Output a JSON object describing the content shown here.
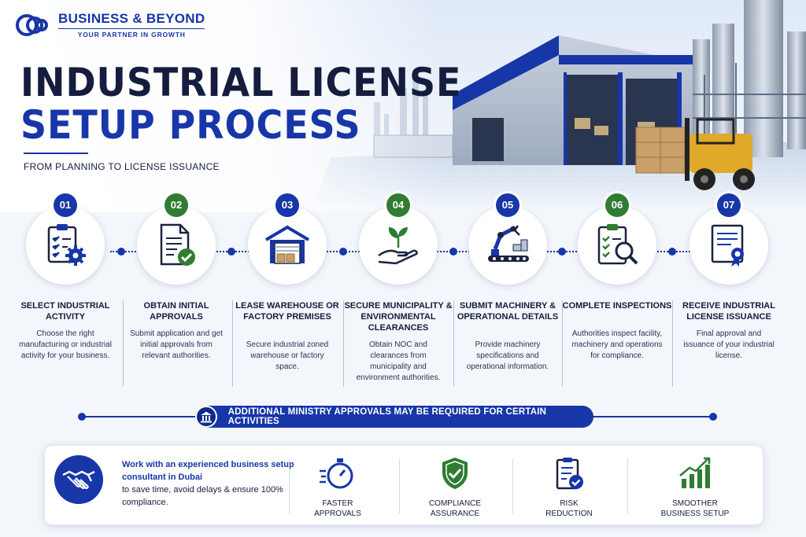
{
  "brand": {
    "name": "BUSINESS & BEYOND",
    "tagline": "YOUR PARTNER IN GROWTH",
    "primary_color": "#1736a8",
    "accent_color": "#2f7d32"
  },
  "header": {
    "title_line1": "INDUSTRIAL LICENSE",
    "title_line2": "SETUP PROCESS",
    "subtitle": "FROM PLANNING TO LICENSE ISSUANCE"
  },
  "steps": [
    {
      "number": "01",
      "title": "SELECT INDUSTRIAL ACTIVITY",
      "description": "Choose the right manufacturing or industrial activity for your business.",
      "icon": "clipboard-gear-icon",
      "badge_color": "#1736a8"
    },
    {
      "number": "02",
      "title": "OBTAIN INITIAL APPROVALS",
      "description": "Submit application and get initial approvals from relevant authorities.",
      "icon": "document-check-icon",
      "badge_color": "#2f7d32"
    },
    {
      "number": "03",
      "title": "LEASE WAREHOUSE OR FACTORY PREMISES",
      "description": "Secure industrial zoned warehouse or factory space.",
      "icon": "warehouse-icon",
      "badge_color": "#1736a8"
    },
    {
      "number": "04",
      "title": "SECURE MUNICIPALITY & ENVIRONMENTAL CLEARANCES",
      "description": "Obtain NOC and clearances from municipality and environment authorities.",
      "icon": "hand-plant-icon",
      "badge_color": "#2f7d32"
    },
    {
      "number": "05",
      "title": "SUBMIT MACHINERY & OPERATIONAL DETAILS",
      "description": "Provide machinery specifications and operational information.",
      "icon": "robot-arm-icon",
      "badge_color": "#1736a8"
    },
    {
      "number": "06",
      "title": "COMPLETE INSPECTIONS",
      "description": "Authorities inspect facility, machinery and operations for compliance.",
      "icon": "clipboard-magnifier-icon",
      "badge_color": "#2f7d32"
    },
    {
      "number": "07",
      "title": "RECEIVE INDUSTRIAL LICENSE ISSUANCE",
      "description": "Final approval and issuance of your industrial license.",
      "icon": "certificate-icon",
      "badge_color": "#1736a8"
    }
  ],
  "banner": {
    "text": "ADDITIONAL MINISTRY APPROVALS MAY BE REQUIRED FOR CERTAIN ACTIVITIES",
    "icon": "bank-building-icon"
  },
  "footer": {
    "lead_strong": "Work with an experienced business setup consultant in Dubai",
    "lead_rest": "to save time, avoid delays & ensure 100% compliance.",
    "lead_icon": "handshake-icon",
    "features": [
      {
        "line1": "FASTER",
        "line2": "APPROVALS",
        "icon": "stopwatch-icon"
      },
      {
        "line1": "COMPLIANCE",
        "line2": "ASSURANCE",
        "icon": "shield-check-icon"
      },
      {
        "line1": "RISK",
        "line2": "REDUCTION",
        "icon": "clipboard-check-icon"
      },
      {
        "line1": "SMOOTHER",
        "line2": "BUSINESS SETUP",
        "icon": "growth-chart-icon"
      }
    ]
  }
}
